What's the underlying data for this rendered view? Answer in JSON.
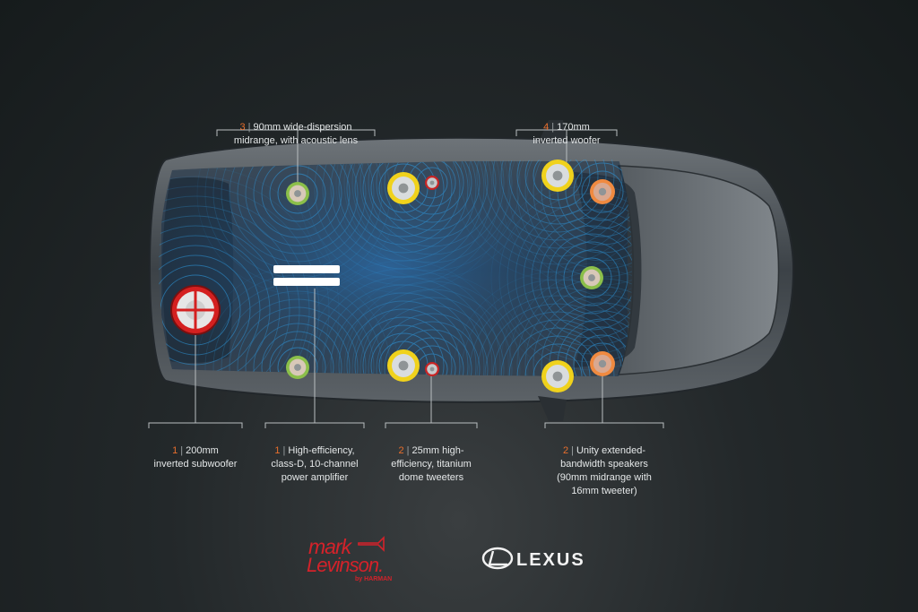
{
  "callouts": [
    {
      "id": "midrange-90mm",
      "count": "3",
      "text": "90mm wide-dispersion\nmidrange, with acoustic lens"
    },
    {
      "id": "woofer-170mm",
      "count": "4",
      "text": "170mm\ninverted woofer"
    },
    {
      "id": "subwoofer-200mm",
      "count": "1",
      "text": "200mm\ninverted subwoofer"
    },
    {
      "id": "amplifier",
      "count": "1",
      "text": "High-efficiency,\nclass-D, 10-channel\npower amplifier"
    },
    {
      "id": "tweeter-25mm",
      "count": "2",
      "text": "25mm high-\nefficiency, titanium\ndome tweeters"
    },
    {
      "id": "unity-speakers",
      "count": "2",
      "text": "Unity extended-\nbandwidth speakers\n(90mm midrange with\n16mm tweeter)"
    }
  ],
  "speaker_types": {
    "woofer": {
      "ring": "#f0d21c",
      "cone": "#d9dcde"
    },
    "midrange": {
      "ring": "#8bbf4a",
      "cone": "#d8c8b8"
    },
    "tweeter": {
      "ring": "#c92424",
      "cone": "#c7c9cb"
    },
    "unity": {
      "ring": "#f08a40",
      "cone": "#d9a890"
    },
    "subwoofer": {
      "ring": "#d42020",
      "cone": "#e0e0e0"
    }
  },
  "logos": {
    "mark_levinson": {
      "line1": "mark",
      "line2": "Levinson.",
      "byline": "by HARMAN",
      "color": "#d4222a"
    },
    "lexus": {
      "wordmark": "LEXUS",
      "color": "#f2f2f2"
    }
  },
  "colors": {
    "accent_number": "#e86e2c",
    "leader_line": "#b9bec0",
    "sound_wave": "#2fa0e8"
  }
}
